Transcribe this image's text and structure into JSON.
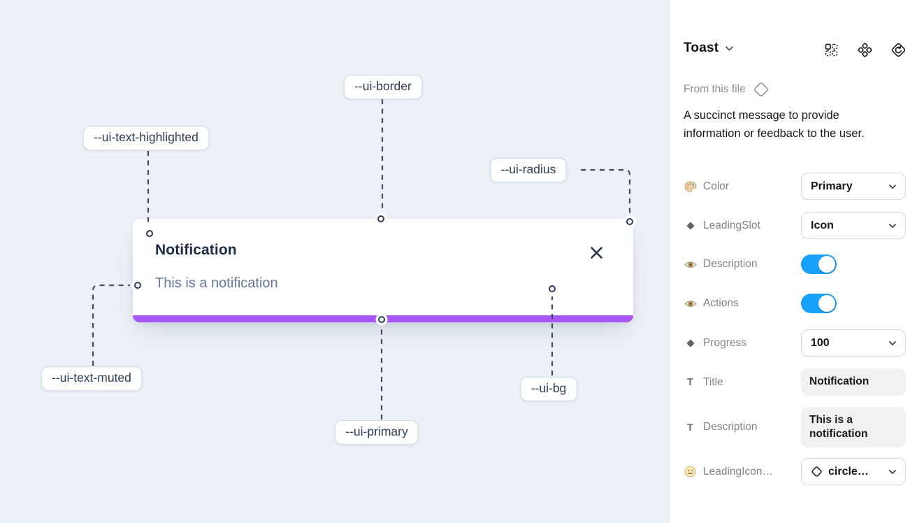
{
  "canvas": {
    "toast": {
      "title": "Notification",
      "description": "This is a notification"
    },
    "annotations": {
      "border": "--ui-border",
      "text_highlighted": "--ui-text-highlighted",
      "radius": "--ui-radius",
      "text_muted": "--ui-text-muted",
      "primary": "--ui-primary",
      "bg": "--ui-bg"
    },
    "colors": {
      "canvas_background": "#edf1f7",
      "progress_bar": "#a855f7",
      "annotation_ink": "#2e3d57"
    }
  },
  "panel": {
    "title": "Toast",
    "source": "From this file",
    "description": "A succinct message to provide information or feedback to the user.",
    "properties": {
      "color": {
        "label": "Color",
        "value": "Primary"
      },
      "leading_slot": {
        "label": "LeadingSlot",
        "value": "Icon"
      },
      "description_visible": {
        "label": "Description",
        "enabled": true
      },
      "actions_visible": {
        "label": "Actions",
        "enabled": true
      },
      "progress": {
        "label": "Progress",
        "value": "100"
      },
      "title_text": {
        "label": "Title",
        "value": "Notification"
      },
      "description_text": {
        "label": "Description",
        "value": "This is a notification"
      },
      "leading_icon": {
        "label": "LeadingIcon…",
        "value": "circle…"
      }
    },
    "colors": {
      "toggle_on": "#18a0fb"
    }
  }
}
